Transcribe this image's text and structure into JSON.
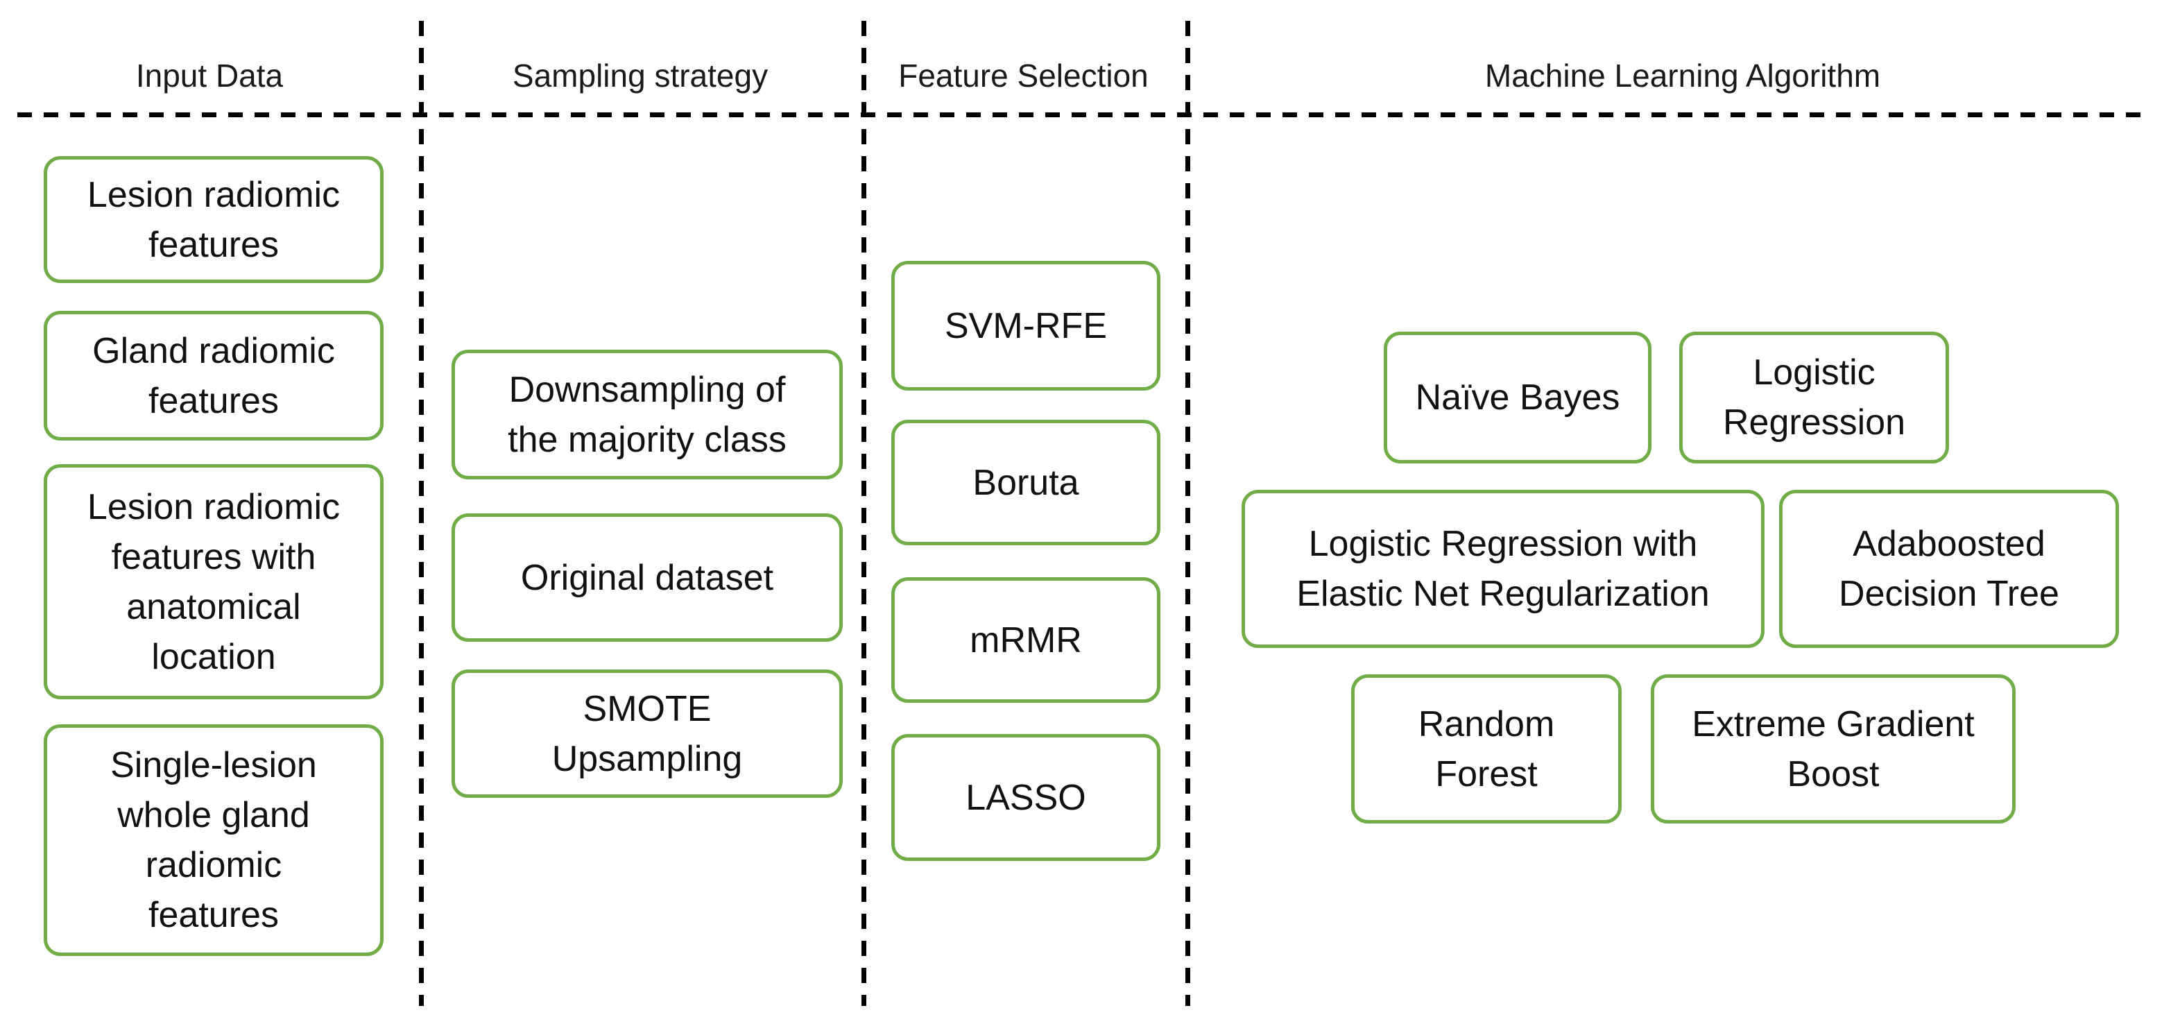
{
  "diagram": {
    "title": "ML pipeline overview diagram",
    "colors": {
      "box_border": "#70AD47",
      "text": "#111111",
      "divider": "#000000",
      "background": "#ffffff"
    },
    "columns": [
      {
        "header": "Input Data",
        "boxes": [
          {
            "label": "Lesion radiomic\nfeatures"
          },
          {
            "label": "Gland radiomic\nfeatures"
          },
          {
            "label": "Lesion radiomic\nfeatures with\nanatomical\nlocation"
          },
          {
            "label": "Single-lesion\nwhole gland\nradiomic\nfeatures"
          }
        ]
      },
      {
        "header": "Sampling strategy",
        "boxes": [
          {
            "label": "Downsampling of\nthe majority class"
          },
          {
            "label": "Original dataset"
          },
          {
            "label": "SMOTE\nUpsampling"
          }
        ]
      },
      {
        "header": "Feature Selection",
        "boxes": [
          {
            "label": "SVM-RFE"
          },
          {
            "label": "Boruta"
          },
          {
            "label": "mRMR"
          },
          {
            "label": "LASSO"
          }
        ]
      },
      {
        "header": "Machine Learning Algorithm",
        "boxes": [
          {
            "label": "Naïve Bayes"
          },
          {
            "label": "Logistic\nRegression"
          },
          {
            "label": "Logistic Regression with\nElastic Net Regularization"
          },
          {
            "label": "Adaboosted\nDecision Tree"
          },
          {
            "label": "Random\nForest"
          },
          {
            "label": "Extreme Gradient\nBoost"
          }
        ]
      }
    ]
  }
}
